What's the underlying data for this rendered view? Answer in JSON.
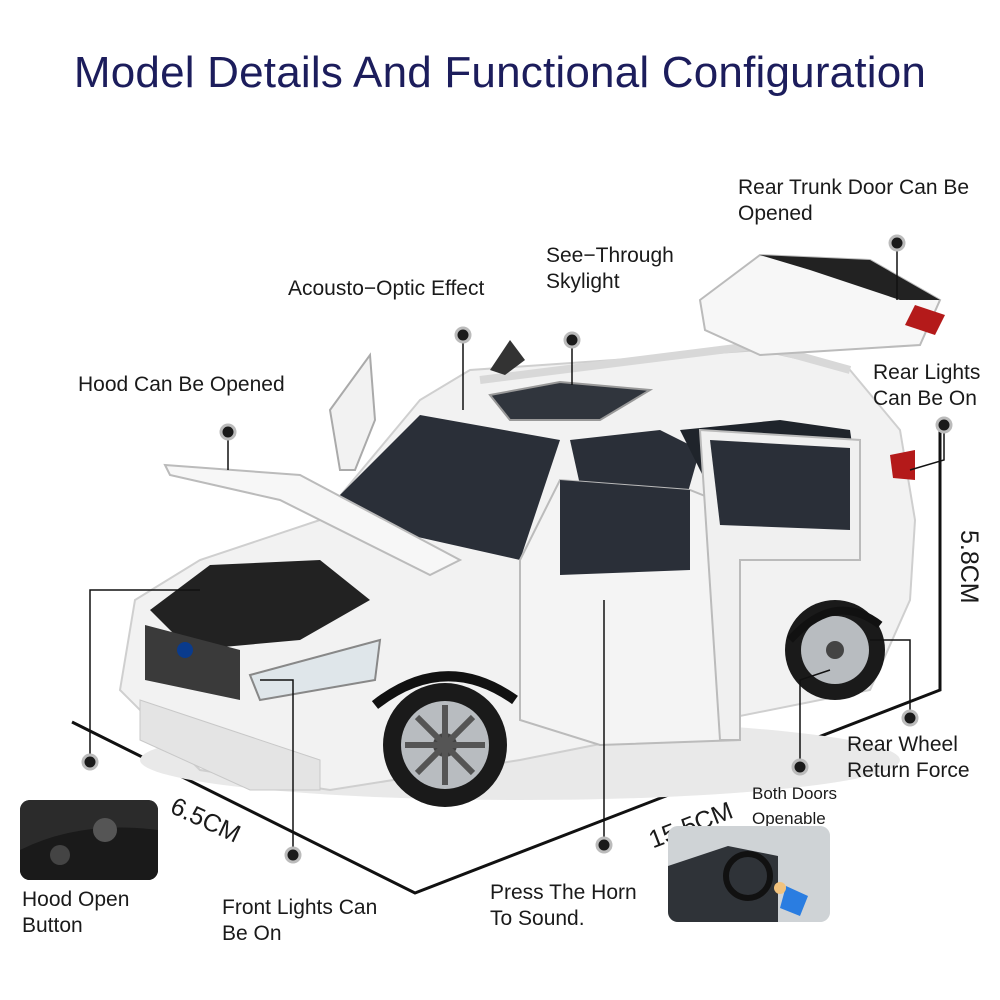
{
  "title": "Model Details And Functional Configuration",
  "labels": {
    "rear_trunk": [
      "Rear Trunk Door Can Be",
      "Opened"
    ],
    "see_through": [
      "See−Through",
      "Skylight"
    ],
    "acousto": "Acousto−Optic Effect",
    "hood_open": "Hood Can Be Opened",
    "rear_lights": [
      "Rear Lights",
      "Can Be On"
    ],
    "rear_wheel": [
      "Rear Wheel",
      "Return Force"
    ],
    "both_doors": [
      "Both Doors",
      "Openable"
    ],
    "press_horn": [
      "Press The Horn",
      "To Sound."
    ],
    "front_lights": [
      "Front Lights Can",
      "Be On"
    ],
    "hood_button": [
      "Hood Open",
      "Button"
    ]
  },
  "dimensions": {
    "length": "15.5CM",
    "width": "6.5CM",
    "height": "5.8CM"
  },
  "colors": {
    "title": "#1c1d5c",
    "car_body": "#f2f2f2",
    "marker": "#1a1a1a"
  }
}
